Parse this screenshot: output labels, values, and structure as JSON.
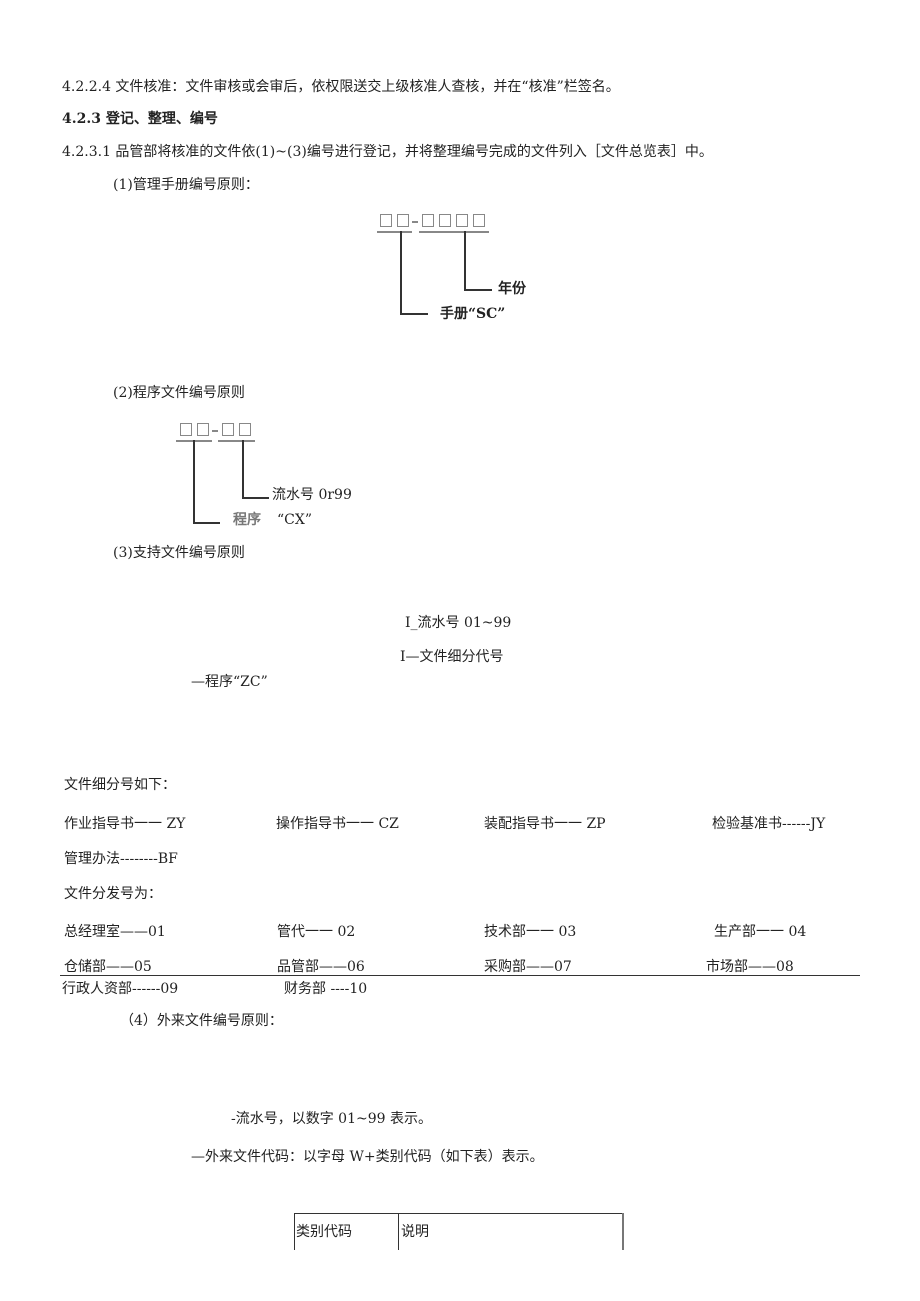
{
  "doc": {
    "p_4224": "4.2.2.4 文件核准：文件审核或会审后，依权限送交上级核准人查核，并在“核准”栏签名。",
    "h_423": "4.2.3 登记、整理、编号",
    "p_4231": "4.2.3.1 品管部将核准的文件依(1)~(3)编号进行登记，并将整理编号完成的文件列入［文件总览表］中。",
    "rule1": {
      "title": "(1)管理手册编号原则：",
      "label_year": "年份",
      "label_manual": "手册“SC”"
    },
    "rule2": {
      "title": "(2)程序文件编号原则",
      "label_serial": "流水号 0r99",
      "label_proc_cn": "程序",
      "label_proc_code": "“CX”"
    },
    "rule3": {
      "title": "(3)支持文件编号原则",
      "label_serial": "I_流水号 01~99",
      "label_subcode": "I—文件细分代号",
      "label_proc": "—程序“ZC”"
    },
    "subcodes": {
      "title": "文件细分号如下：",
      "items": [
        "作业指导书一一 ZY",
        "操作指导书一一 CZ",
        "装配指导书一一 ZP",
        "检验基准书------JY",
        "管理办法--------BF"
      ]
    },
    "distribution": {
      "title": "文件分发号为：",
      "items": [
        "总经理室——01",
        "管代一一 02",
        "技术部一一 03",
        "生产部一一 04",
        "仓储部——05",
        "品管部——06",
        "采购部——07",
        "市场部——08",
        "行政人资部------09",
        "财务部 ----10"
      ]
    },
    "rule4": {
      "title": "（4）外来文件编号原则：",
      "line_serial": "-流水号，以数字 01~99 表示。",
      "line_code": "—外来文件代码：以字母 W+类别代码（如下表）表示。"
    },
    "table": {
      "headers": [
        "类别代码",
        "说明"
      ]
    }
  }
}
